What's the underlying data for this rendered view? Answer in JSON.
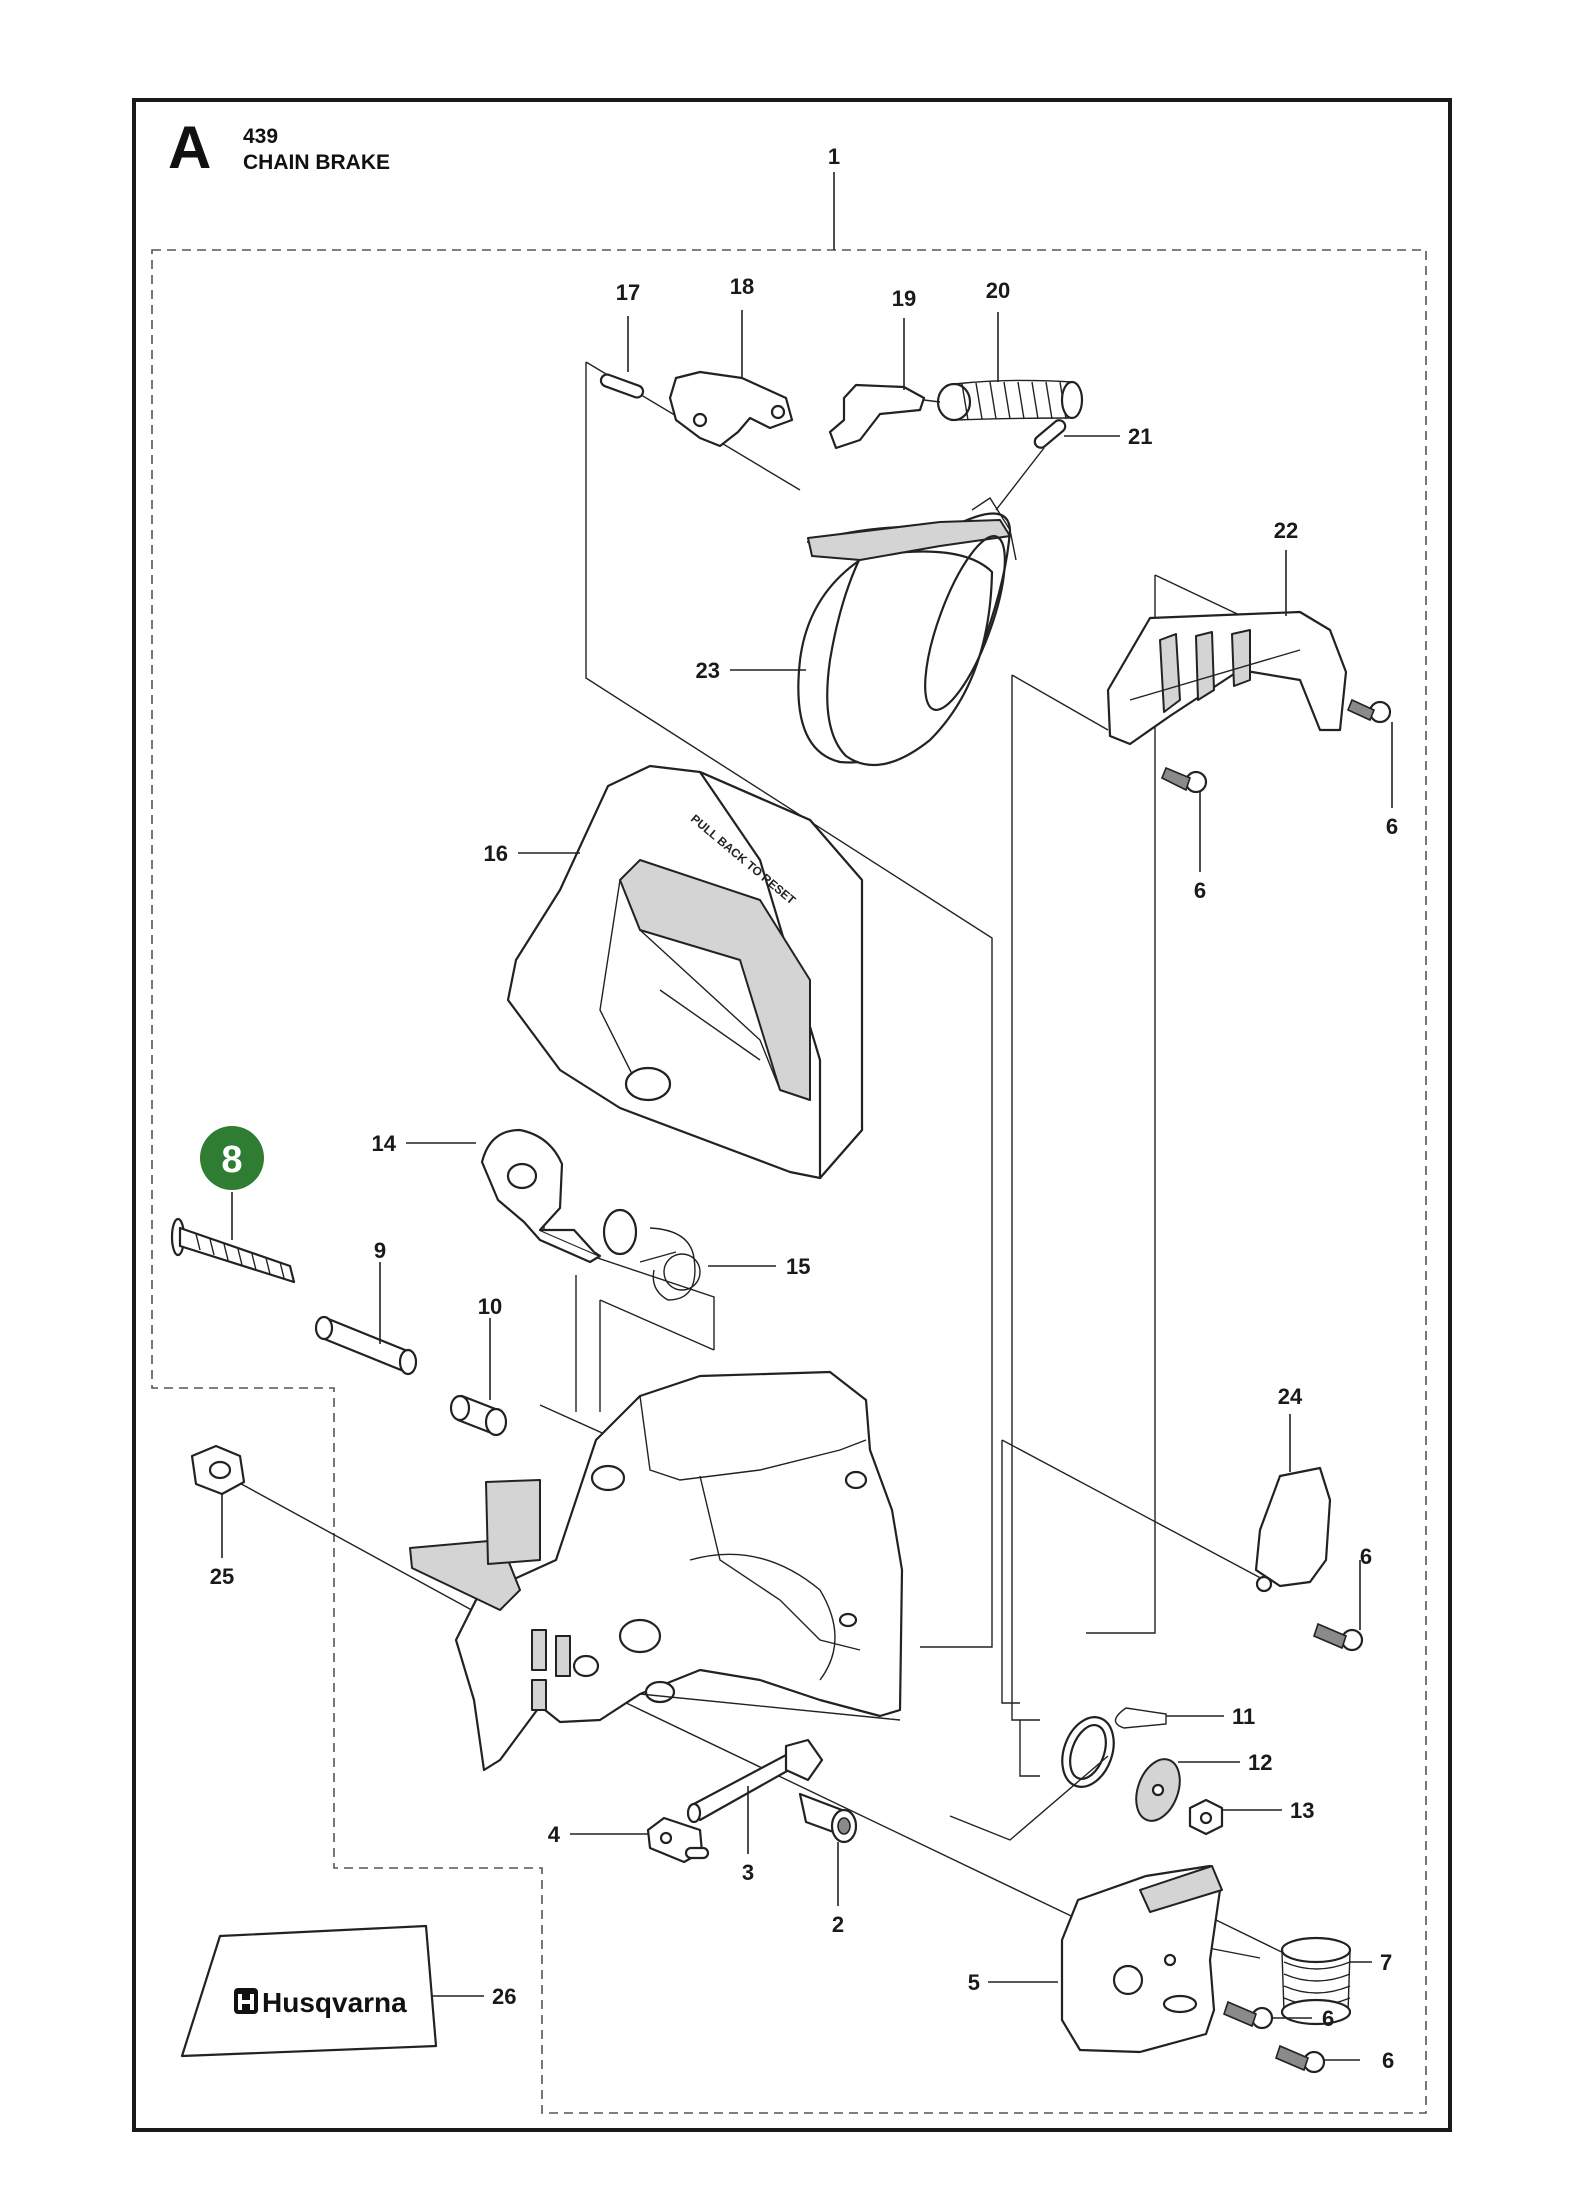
{
  "header": {
    "section_letter": "A",
    "model": "439",
    "title": "CHAIN BRAKE"
  },
  "highlight": {
    "part_number": "8",
    "color": "#2e7d32"
  },
  "brand": {
    "logo_text": "Husqvarna",
    "logo_icon": "husqvarna-crown-icon"
  },
  "embossed_text": {
    "hand_guard": "PULL BACK TO RESET"
  },
  "callouts": [
    "1",
    "2",
    "3",
    "4",
    "5",
    "6",
    "6",
    "6",
    "6",
    "6",
    "6",
    "7",
    "9",
    "10",
    "11",
    "12",
    "13",
    "14",
    "15",
    "16",
    "17",
    "18",
    "19",
    "20",
    "21",
    "22",
    "23",
    "24",
    "25",
    "26"
  ],
  "colors": {
    "line": "#222222",
    "badge": "#2e7d32",
    "part_fill": "#ffffff",
    "part_shade": "#d4d4d4"
  }
}
